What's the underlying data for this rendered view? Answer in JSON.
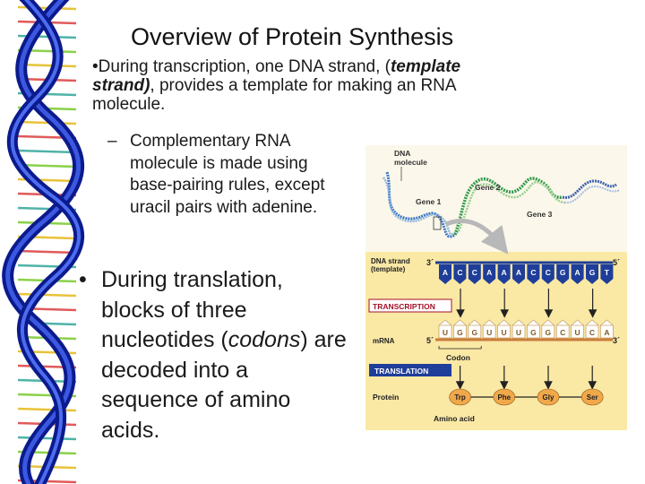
{
  "slide": {
    "title": "Overview of Protein Synthesis",
    "bullet1": {
      "marker": "•",
      "text_a": "During transcription, one DNA strand, (",
      "term_a": "template",
      "term_b": "strand)",
      "text_b": ", provides a template for making an RNA",
      "text_c": "molecule."
    },
    "sub_bullet": {
      "marker": "–",
      "text": "Complementary RNA molecule is made using base-pairing rules, except uracil pairs with adenine."
    },
    "bullet2": {
      "marker": "•",
      "text_a": "During translation, blocks of three nucleotides (",
      "term": "codons",
      "text_b": ") are decoded into a sequence of amino acids."
    }
  },
  "figure": {
    "dna_molecule_label_1": "DNA",
    "dna_molecule_label_2": "molecule",
    "gene1": "Gene 1",
    "gene2": "Gene 2",
    "gene3": "Gene 3",
    "dna_strand_label_1": "DNA strand",
    "dna_strand_label_2": "(template)",
    "end_3_top": "3´",
    "end_5_top": "5´",
    "dna_bases": [
      "A",
      "C",
      "C",
      "A",
      "A",
      "A",
      "C",
      "C",
      "G",
      "A",
      "G",
      "T"
    ],
    "transcription_label": "TRANSCRIPTION",
    "mrna_label": "mRNA",
    "end_5_mrna": "5´",
    "end_3_mrna": "3´",
    "mrna_bases": [
      "U",
      "G",
      "G",
      "U",
      "U",
      "U",
      "G",
      "G",
      "C",
      "U",
      "C",
      "A"
    ],
    "codon_label": "Codon",
    "translation_label": "TRANSLATION",
    "protein_label": "Protein",
    "amino_acids": [
      "Trp",
      "Phe",
      "Gly",
      "Ser"
    ],
    "amino_acid_label": "Amino acid",
    "colors": {
      "dna_base_fill": "#1f3e9a",
      "mrna_base_fill": "#ffffff",
      "mrna_base_text": "#7a5a26",
      "panel_bg": "#fae8a5",
      "gene2_color": "#2f9a4a",
      "gene3_color": "#3b5fb5",
      "transcription_color": "#a3122a",
      "translation_bg": "#1f3e9a",
      "amino_acid_fill": "#f0a84a"
    }
  }
}
